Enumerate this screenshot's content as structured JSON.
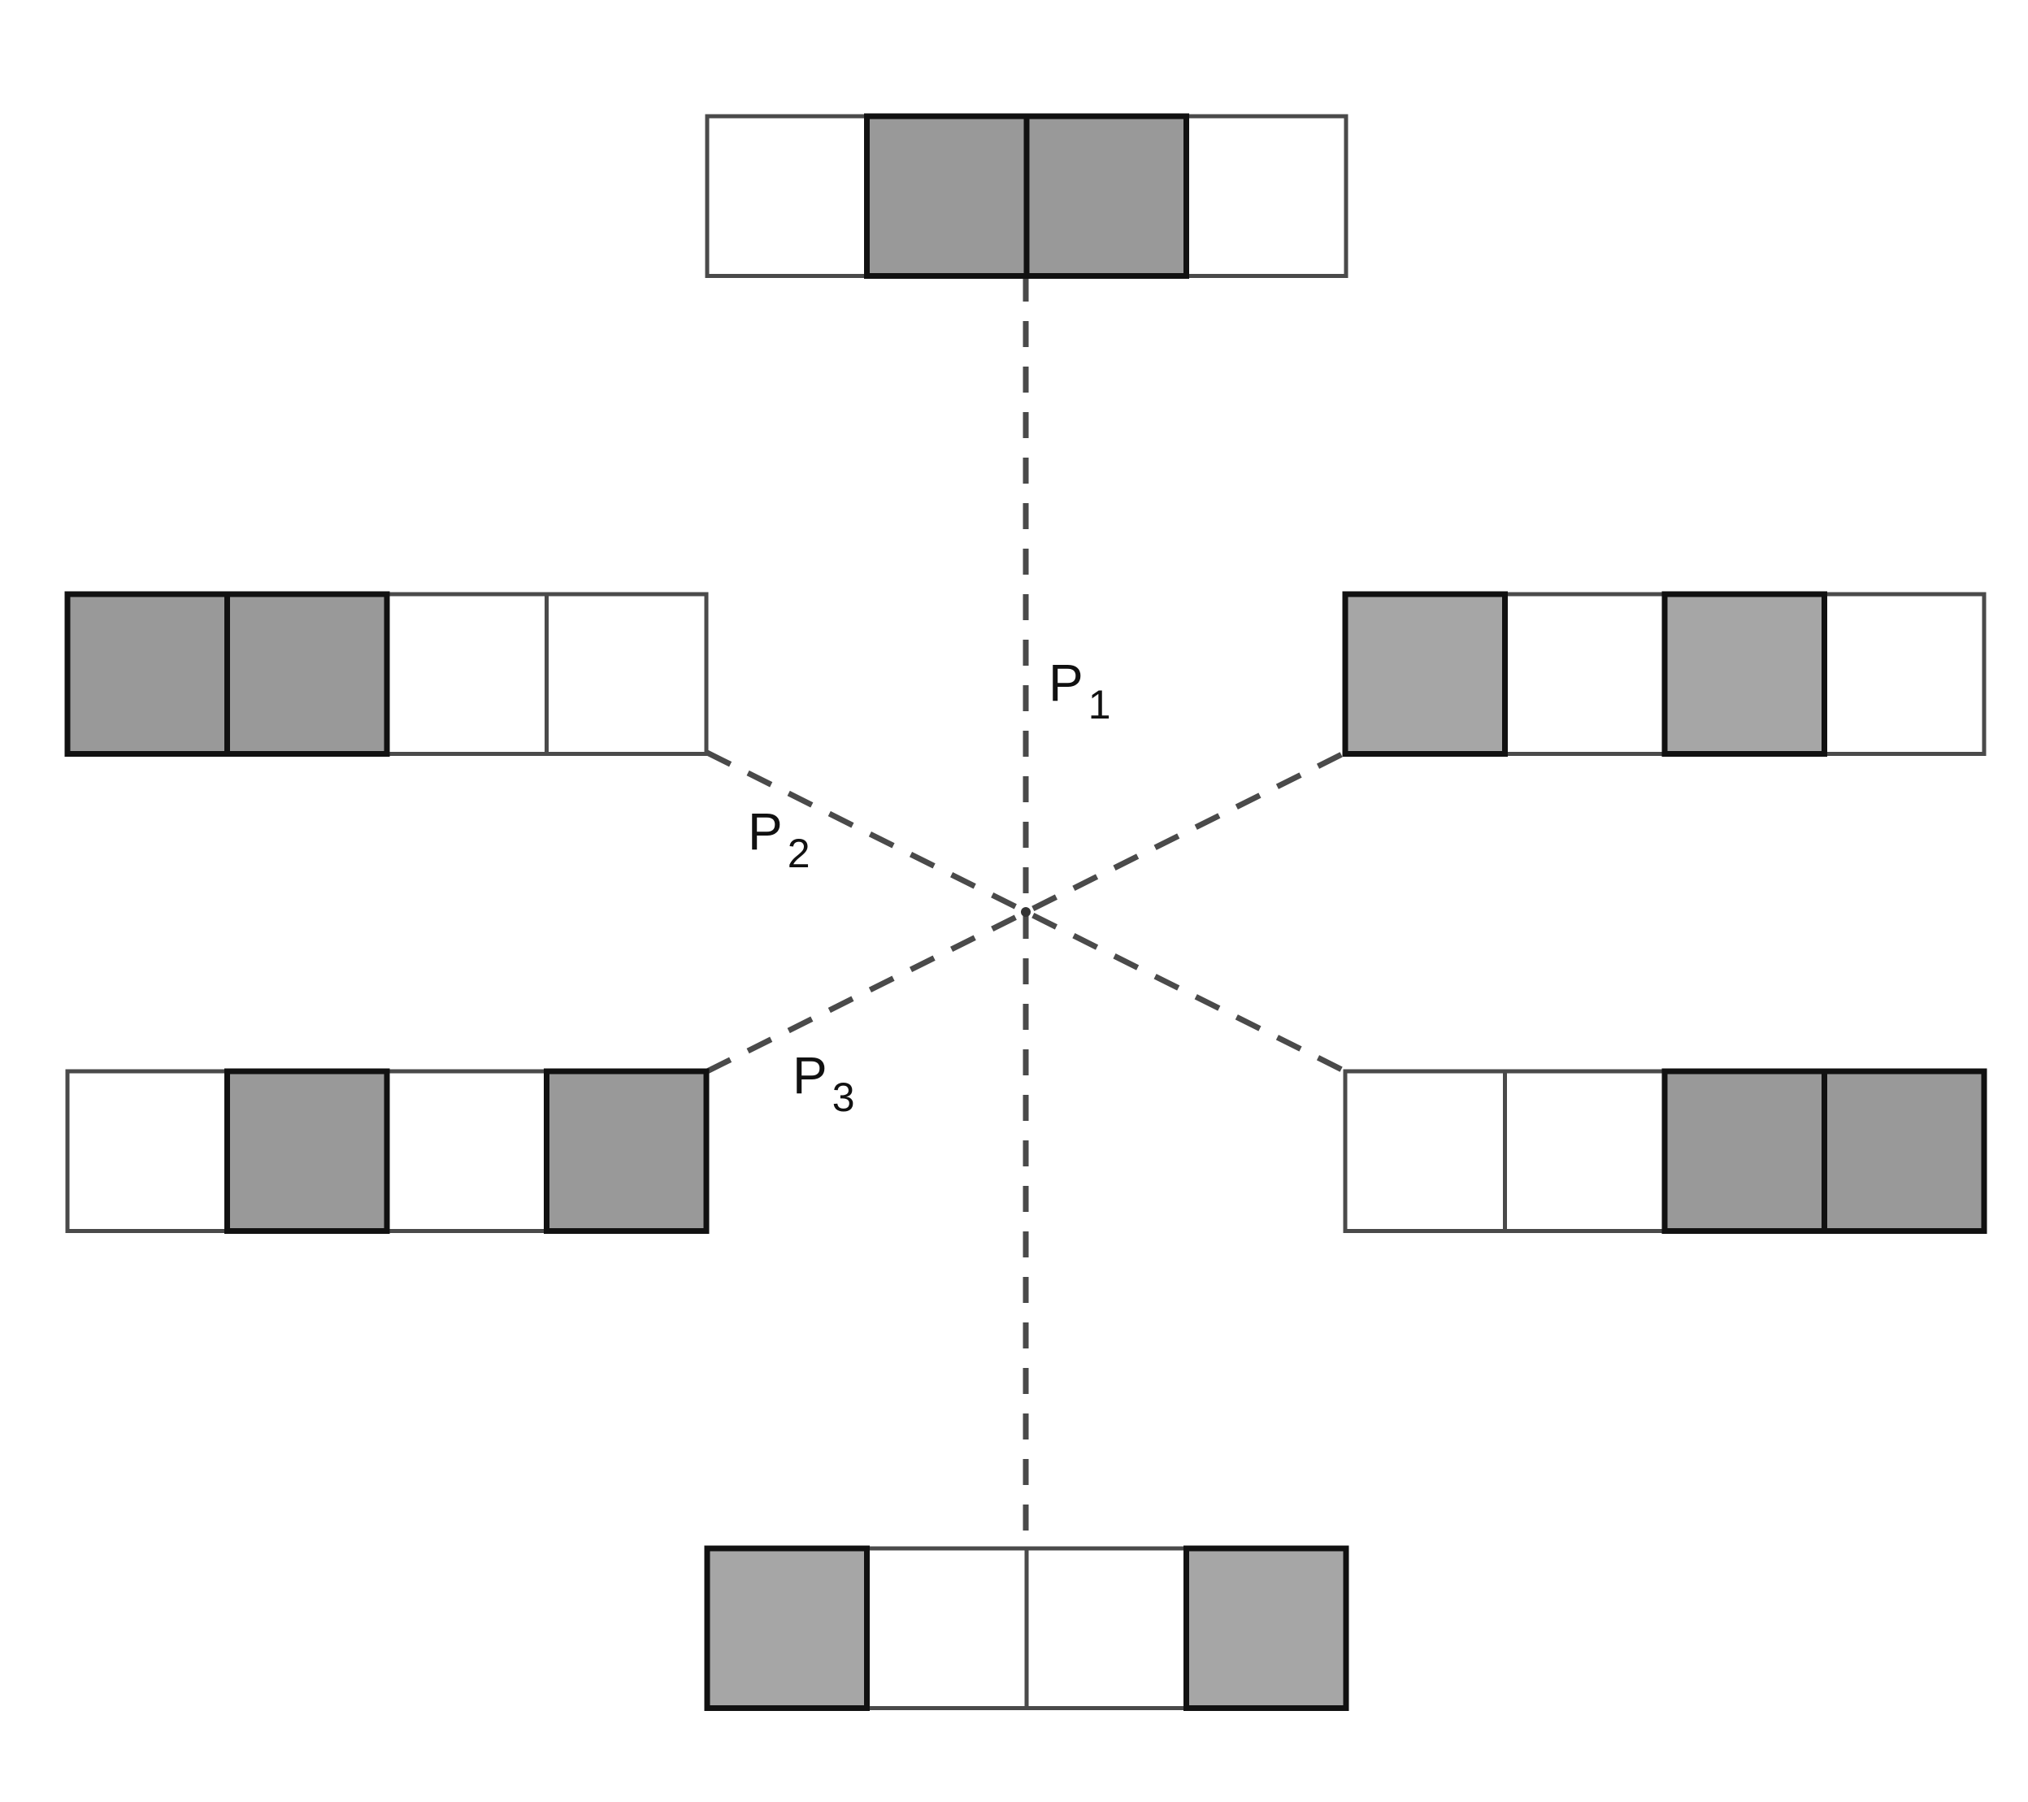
{
  "colors": {
    "background": "#ffffff",
    "dashed_line": "#4a4a4a",
    "empty_stroke": "#4a4a4a",
    "filled_stroke": "#111111",
    "fill_dark": "#999999",
    "fill_light": "#a6a6a6"
  },
  "strips": [
    {
      "id": "top",
      "pattern": [
        0,
        1,
        1,
        0
      ]
    },
    {
      "id": "upper-left",
      "pattern": [
        1,
        1,
        0,
        0
      ]
    },
    {
      "id": "upper-right",
      "pattern": [
        1,
        0,
        1,
        0
      ]
    },
    {
      "id": "lower-left",
      "pattern": [
        0,
        1,
        0,
        1
      ]
    },
    {
      "id": "lower-right",
      "pattern": [
        0,
        0,
        1,
        1
      ]
    },
    {
      "id": "bottom",
      "pattern": [
        1,
        0,
        0,
        1
      ]
    }
  ],
  "axes": [
    {
      "id": "p1",
      "main": "P",
      "sub": "1",
      "connects": [
        "top",
        "bottom"
      ]
    },
    {
      "id": "p2",
      "main": "P",
      "sub": "2",
      "connects": [
        "upper-left",
        "lower-right"
      ]
    },
    {
      "id": "p3",
      "main": "P",
      "sub": "3",
      "connects": [
        "lower-left",
        "upper-right"
      ]
    }
  ]
}
